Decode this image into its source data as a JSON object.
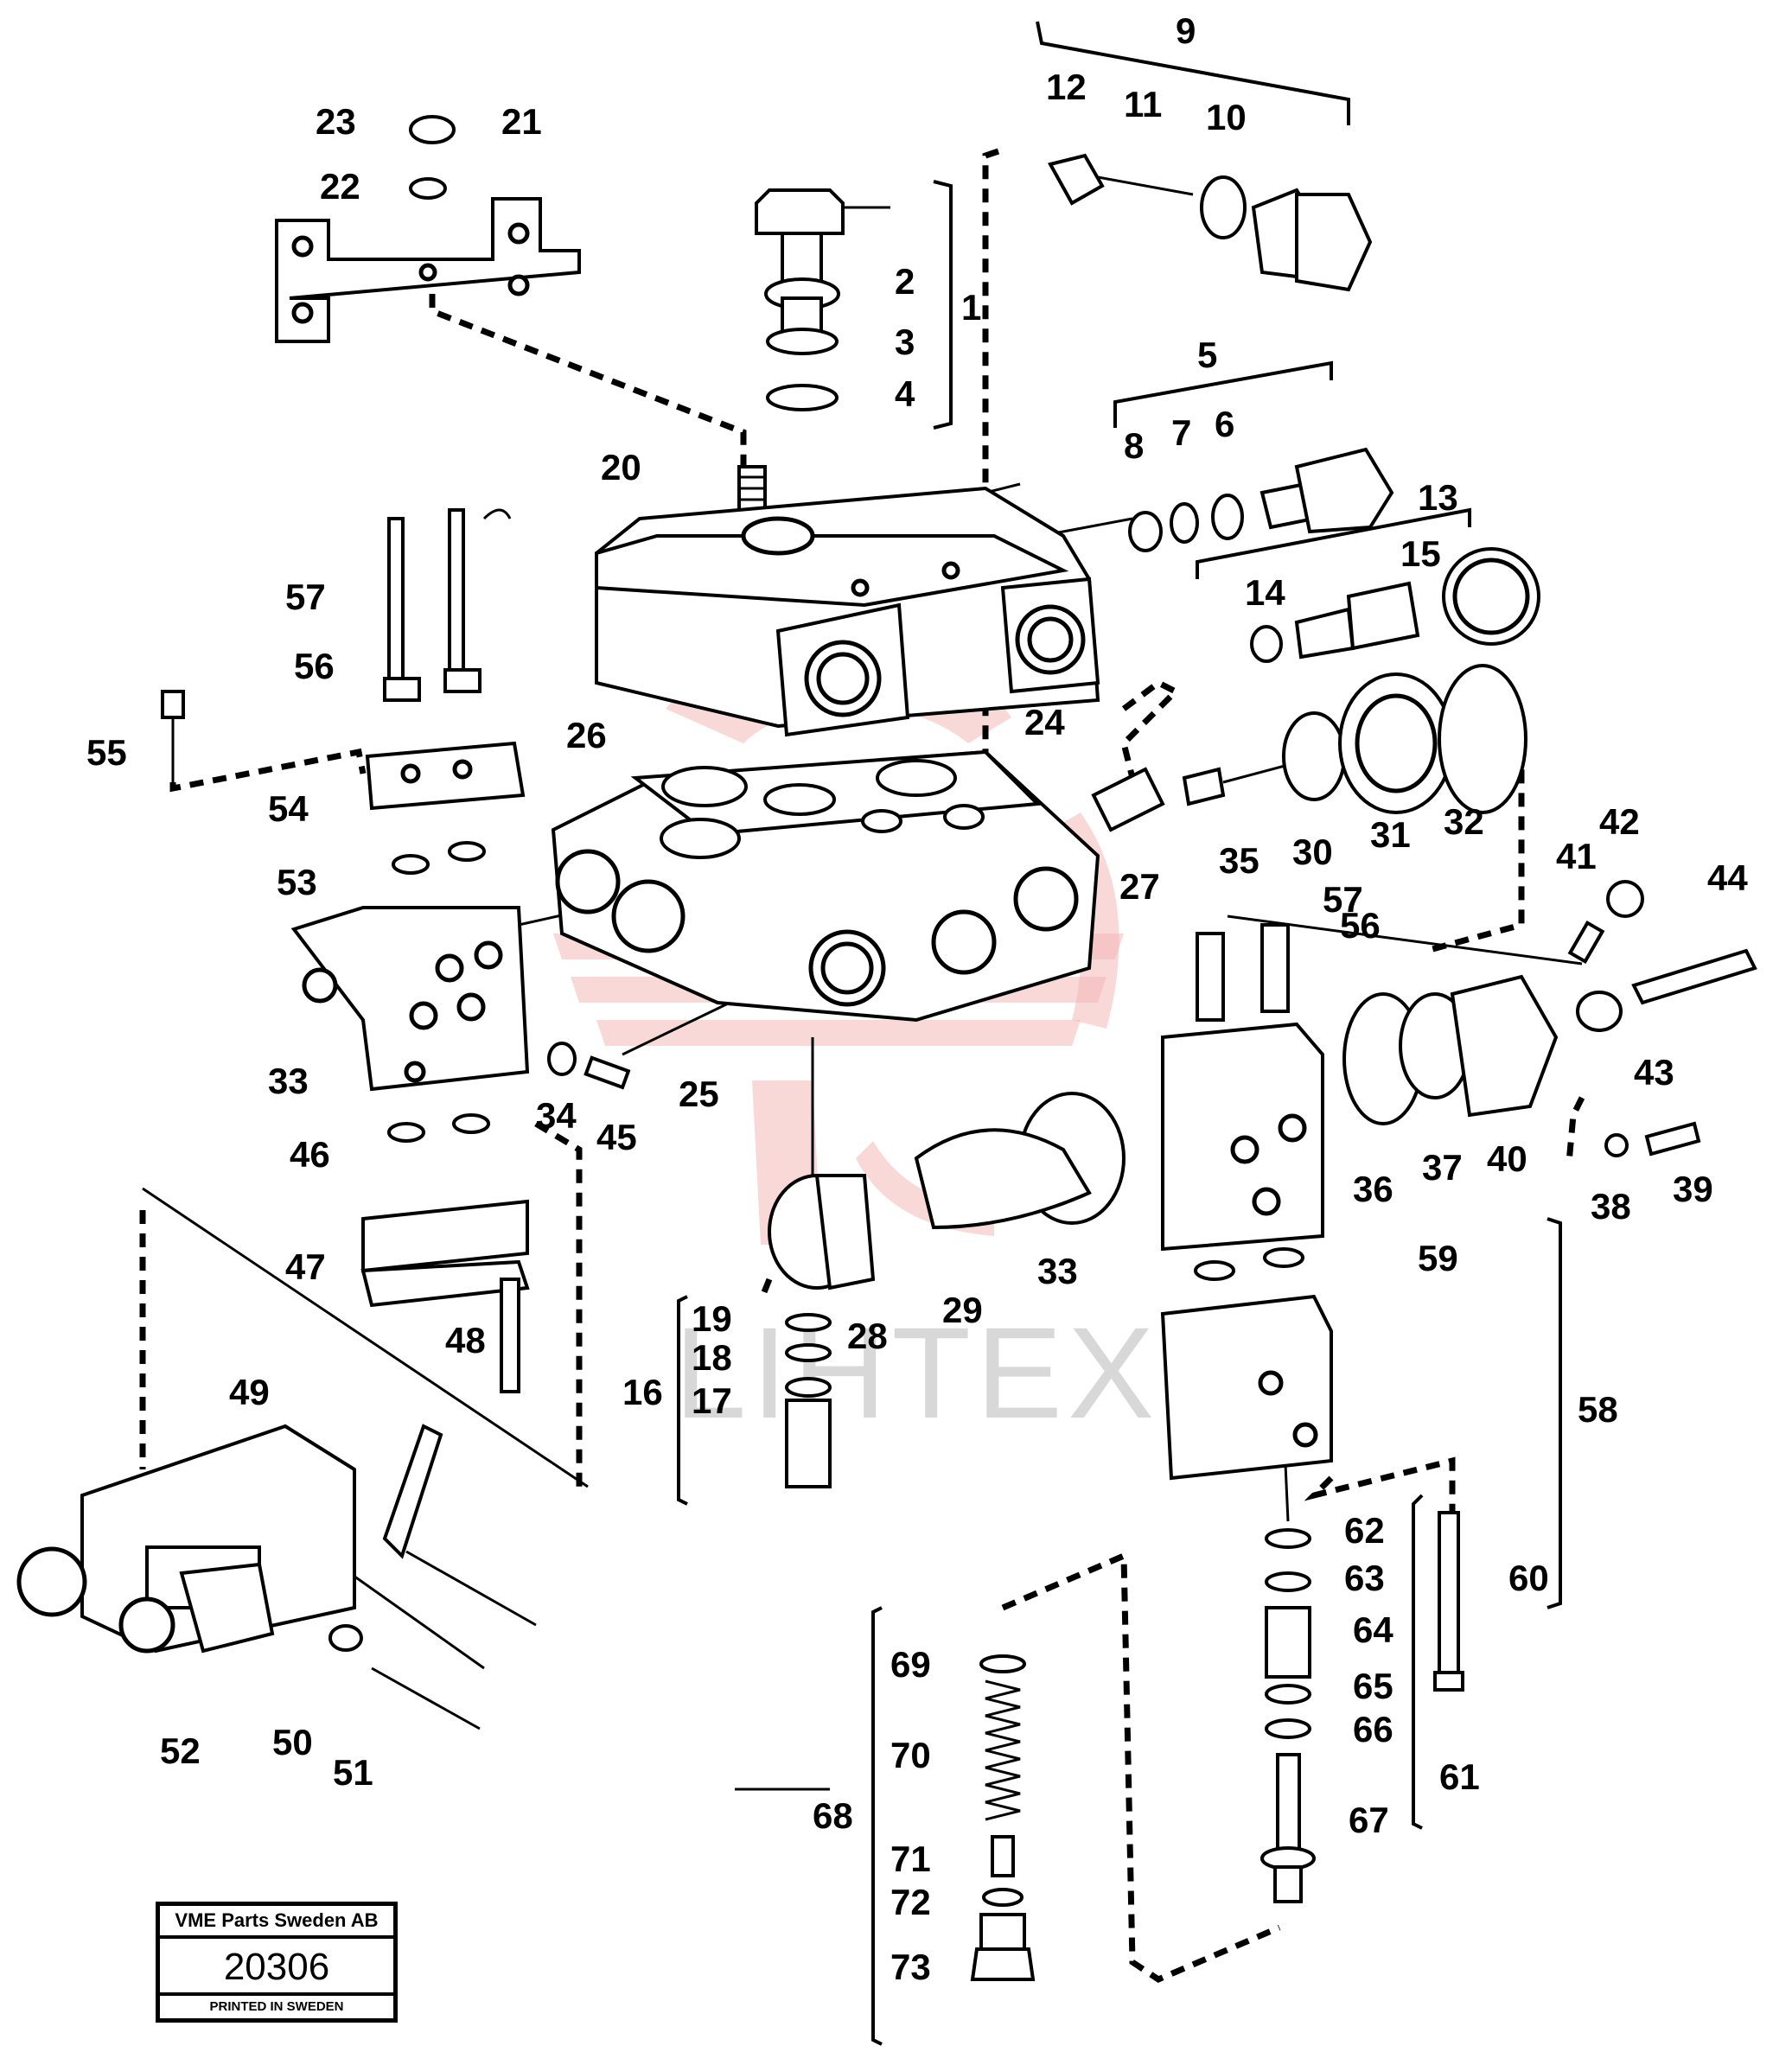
{
  "watermark": {
    "text": "LIHTEX",
    "color": "#f4b8b8"
  },
  "callouts": [
    "1",
    "2",
    "3",
    "4",
    "5",
    "6",
    "7",
    "8",
    "9",
    "10",
    "11",
    "12",
    "13",
    "14",
    "15",
    "16",
    "17",
    "18",
    "19",
    "20",
    "21",
    "22",
    "23",
    "24",
    "25",
    "26",
    "27",
    "28",
    "29",
    "30",
    "31",
    "32",
    "33",
    "33",
    "34",
    "35",
    "36",
    "37",
    "38",
    "39",
    "40",
    "41",
    "42",
    "43",
    "44",
    "45",
    "46",
    "47",
    "48",
    "49",
    "50",
    "51",
    "52",
    "53",
    "54",
    "55",
    "56",
    "56",
    "57",
    "57",
    "58",
    "59",
    "60",
    "61",
    "62",
    "63",
    "64",
    "65",
    "66",
    "67",
    "68",
    "69",
    "70",
    "71",
    "72",
    "73"
  ],
  "stamp": {
    "company": "VME Parts Sweden AB",
    "doc_number": "20306",
    "printed": "PRINTED IN SWEDEN"
  }
}
